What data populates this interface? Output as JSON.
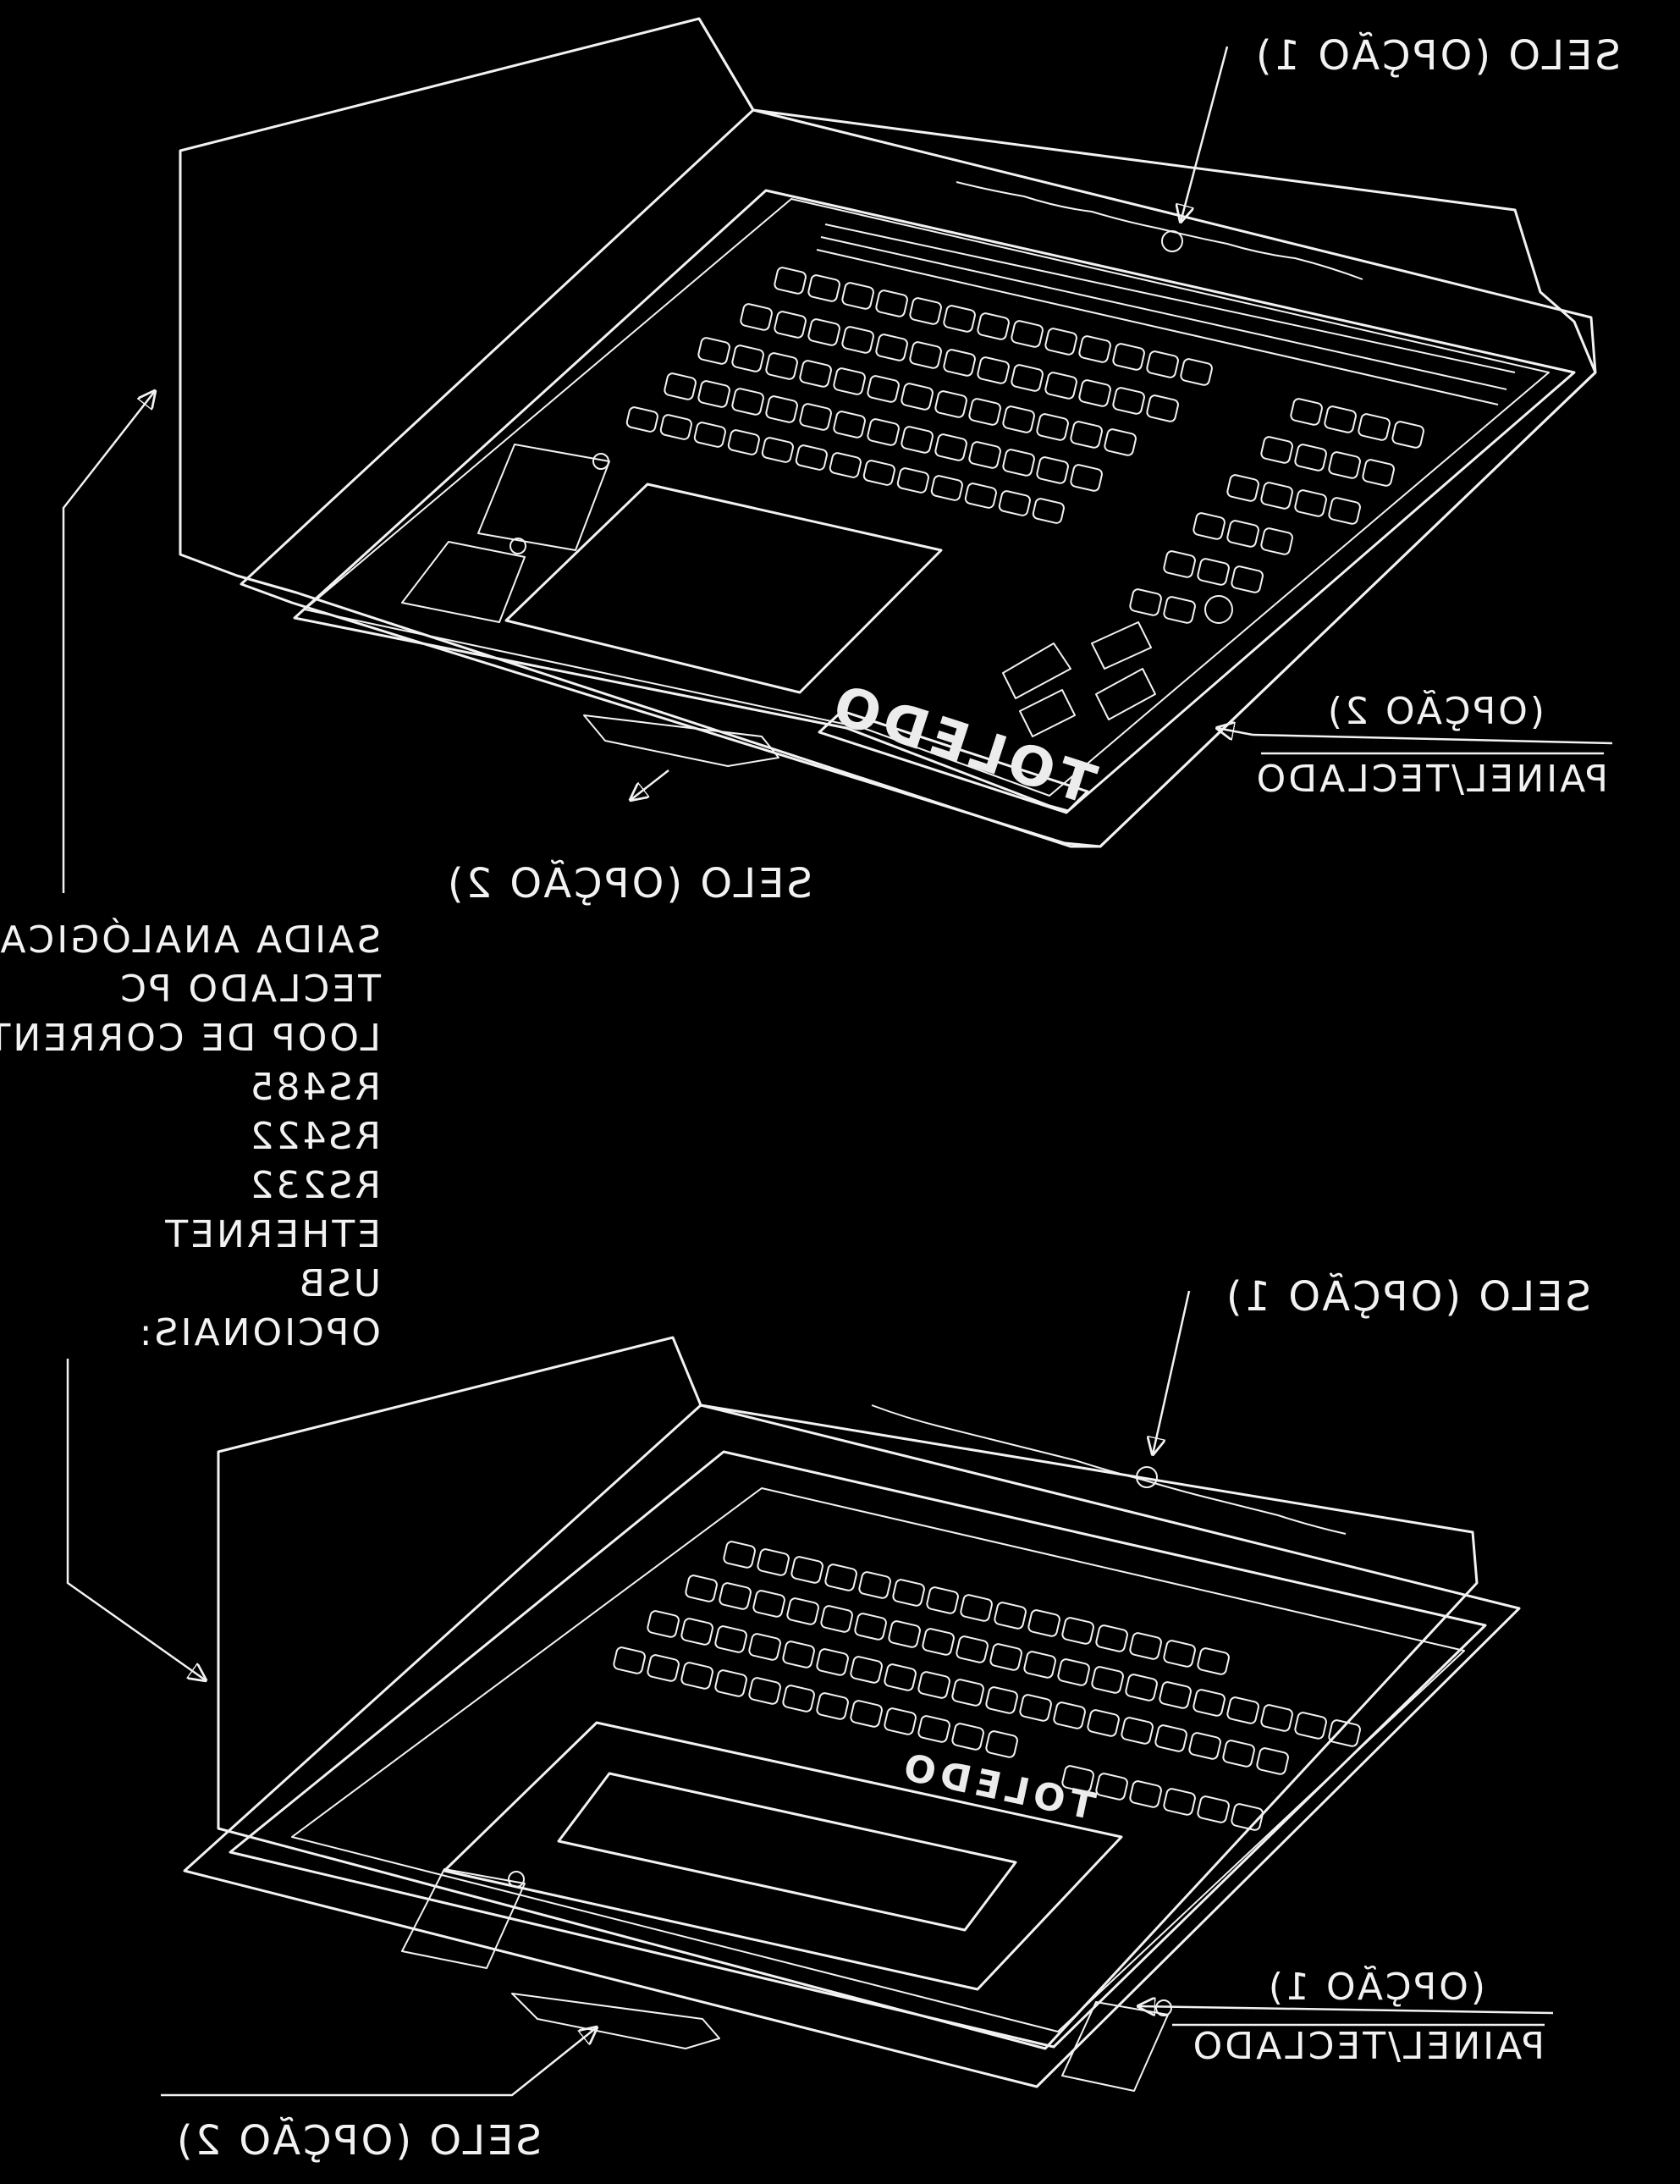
{
  "brand": "TOLEDO",
  "colors": {
    "background": "#000000",
    "line": "#f2f2f2"
  },
  "top_unit": {
    "seal_option_1": "SELO (OPÇÃO 1)",
    "seal_option_2": "SELO (OPÇÃO 2)",
    "panel_option": "(OPÇÃO 2)",
    "panel_label": "PAINEL/TECLADO"
  },
  "options_list": {
    "heading": "OPCIONAIS:",
    "items": [
      "USB",
      "ETHERNET",
      "RS232",
      "RS422",
      "RS485",
      "LOOP DE CORRENTE",
      "TECLADO PC",
      "SAIDA ANALÓGICA"
    ]
  },
  "bottom_unit": {
    "seal_option_1": "SELO (OPÇÃO 1)",
    "seal_option_2": "SELO (OPÇÃO 2)",
    "panel_option": "(OPÇÃO 1)",
    "panel_label": "PAINEL/TECLADO"
  }
}
